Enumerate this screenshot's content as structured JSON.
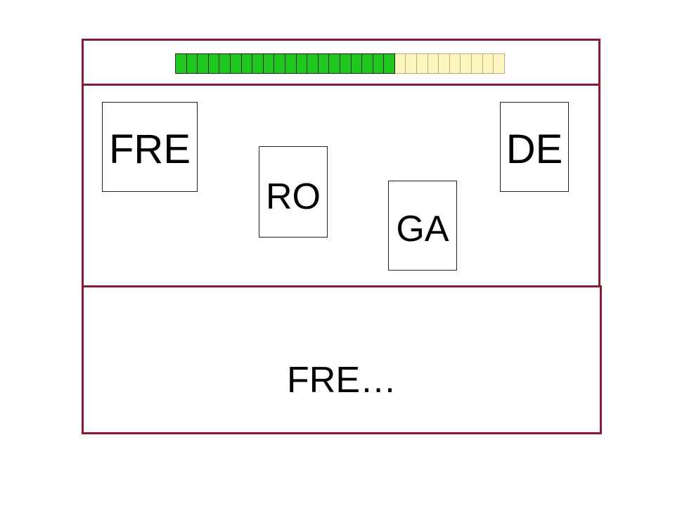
{
  "progress": {
    "total_segments": 30,
    "completed_segments": 20,
    "colors": {
      "done": "#1ec81e",
      "todo": "#fff5c0"
    }
  },
  "cards": {
    "fre": "FRE",
    "ro": "RO",
    "ga": "GA",
    "de": "DE"
  },
  "answer": {
    "text": "FRE…"
  },
  "colors": {
    "frame": "#8b1a35"
  }
}
